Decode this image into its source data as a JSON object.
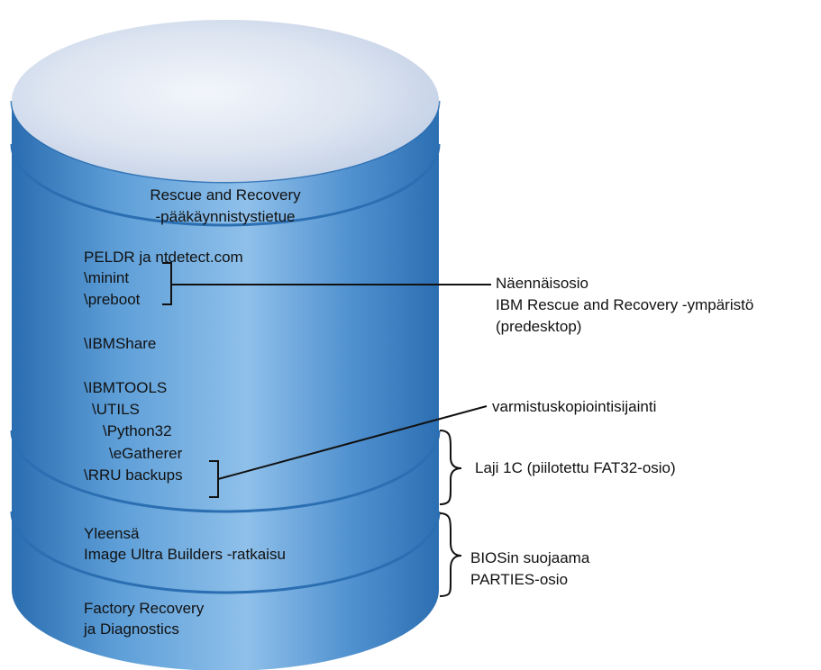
{
  "colors": {
    "cylinder_side": "#3e87c8",
    "cylinder_top": "#dfe7f3",
    "band_line": "#2b6fb2",
    "text": "#111111",
    "connector": "#111111"
  },
  "cylinder": {
    "header": [
      "Rescue and Recovery",
      "-pääkäynnistystietue"
    ],
    "virtual_partition_files": [
      "PELDR ja ntdetect.com",
      "\\minint",
      "\\preboot"
    ],
    "ibm_share": "\\IBMShare",
    "ibm_tools": [
      "\\IBMTOOLS",
      "\\UTILS",
      "\\Python32",
      "\\eGatherer"
    ],
    "rru_backups": "\\RRU backups",
    "image_ultra": [
      "Yleensä",
      "Image Ultra Builders -ratkaisu"
    ],
    "factory": [
      "Factory Recovery",
      "ja Diagnostics"
    ]
  },
  "callouts": {
    "virtual_partition": [
      "Näennäisosio",
      "IBM Rescue and Recovery -ympäristö",
      "(predesktop)"
    ],
    "backup_location": "varmistuskopiointisijainti",
    "type_1c": "Laji 1C (piilotettu FAT32-osio)",
    "bios_protected": [
      "BIOSin suojaama",
      "PARTIES-osio"
    ]
  }
}
